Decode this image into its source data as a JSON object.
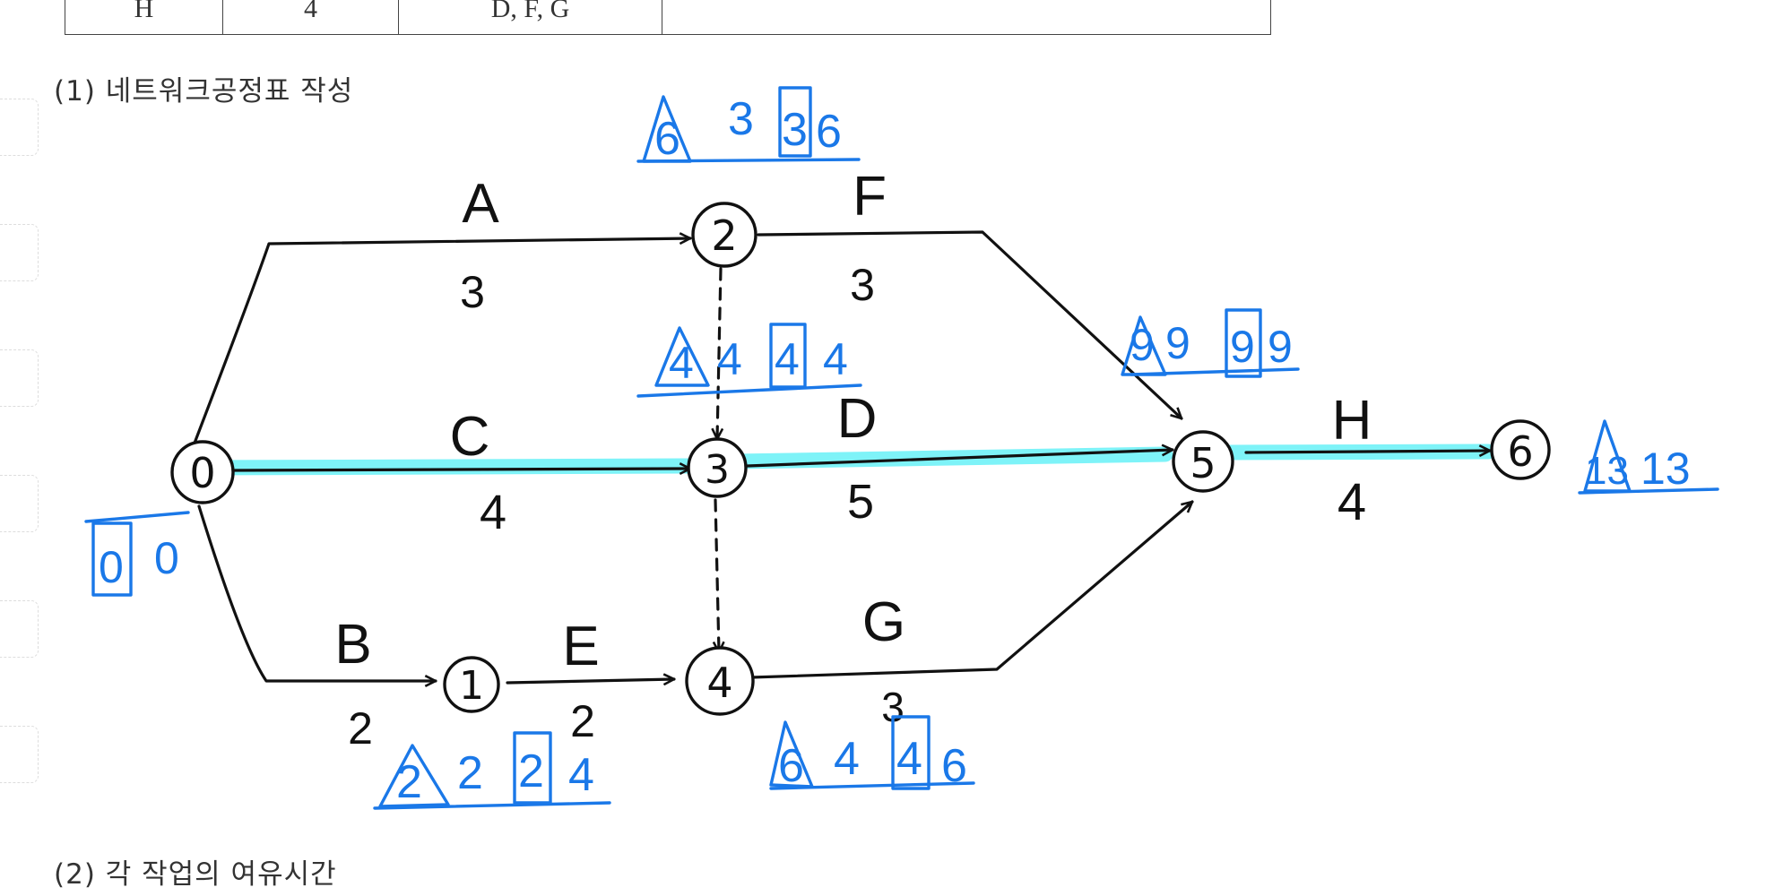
{
  "table": {
    "row": [
      "H",
      "4",
      "D, F, G",
      ""
    ]
  },
  "headings": {
    "part1": "(1) 네트워크공정표 작성",
    "part2": "(2) 각 작업의 여유시간"
  },
  "diagram": {
    "nodes": [
      {
        "id": "0",
        "label": "0"
      },
      {
        "id": "1",
        "label": "1"
      },
      {
        "id": "2",
        "label": "2"
      },
      {
        "id": "3",
        "label": "3"
      },
      {
        "id": "4",
        "label": "4"
      },
      {
        "id": "5",
        "label": "5"
      },
      {
        "id": "6",
        "label": "6"
      }
    ],
    "activities": [
      {
        "name": "A",
        "duration": "3",
        "from": "0",
        "to": "2",
        "critical": false
      },
      {
        "name": "B",
        "duration": "2",
        "from": "0",
        "to": "1",
        "critical": false
      },
      {
        "name": "C",
        "duration": "4",
        "from": "0",
        "to": "3",
        "critical": true
      },
      {
        "name": "D",
        "duration": "5",
        "from": "3",
        "to": "5",
        "critical": true
      },
      {
        "name": "E",
        "duration": "2",
        "from": "1",
        "to": "4",
        "critical": false
      },
      {
        "name": "F",
        "duration": "3",
        "from": "2",
        "to": "5",
        "critical": false
      },
      {
        "name": "G",
        "duration": "3",
        "from": "4",
        "to": "5",
        "critical": false
      },
      {
        "name": "H",
        "duration": "4",
        "from": "5",
        "to": "6",
        "critical": true
      }
    ],
    "dummies": [
      {
        "from": "2",
        "to": "3"
      },
      {
        "from": "3",
        "to": "4"
      }
    ],
    "node_times": {
      "n0": {
        "est": "0",
        "lst": "0"
      },
      "n1": {
        "est": "2",
        "eft": "2",
        "lst": "2",
        "lft": "4"
      },
      "n2": {
        "est": "6",
        "eft": "3",
        "lst": "3",
        "lft": "6"
      },
      "n3": {
        "est": "4",
        "eft": "4",
        "lst": "4",
        "lft": "4"
      },
      "n4": {
        "est": "6",
        "eft": "4",
        "lst": "4",
        "lft": "6"
      },
      "n5": {
        "est": "9",
        "eft": "9",
        "lst": "9",
        "lft": "9"
      },
      "n6": {
        "est": "13",
        "eft": "13"
      }
    },
    "colors": {
      "ink": "#111111",
      "annotation": "#1a78e8",
      "critical": "#7ef3f8"
    }
  }
}
